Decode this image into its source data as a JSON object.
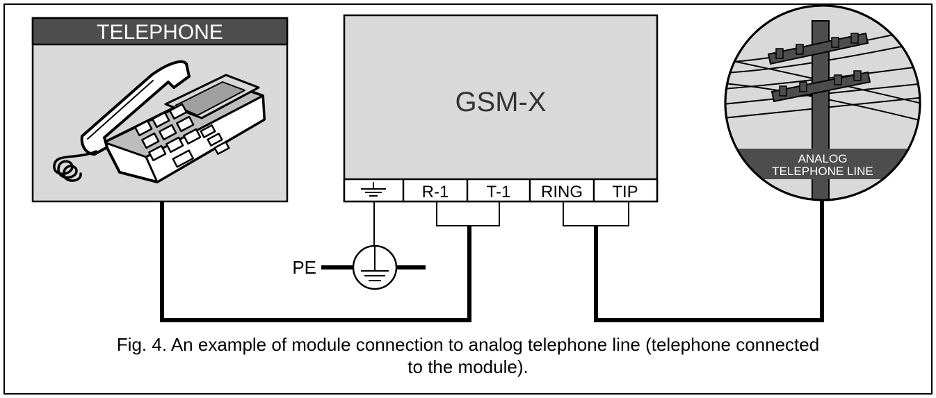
{
  "telephone": {
    "title": "TELEPHONE"
  },
  "module": {
    "name": "GSM-X",
    "terminals": [
      "R-1",
      "T-1",
      "RING",
      "TIP"
    ],
    "ground_terminal_icon": "ground-symbol"
  },
  "ground": {
    "label": "PE"
  },
  "line": {
    "label_line1": "ANALOG",
    "label_line2": "TELEPHONE LINE"
  },
  "caption": {
    "line1": "Fig. 4. An example of module connection to analog telephone line (telephone connected",
    "line2": "to the module)."
  },
  "colors": {
    "panel_fill": "#d9d9d9",
    "title_bar": "#4d4d4d",
    "stroke": "#000000"
  }
}
